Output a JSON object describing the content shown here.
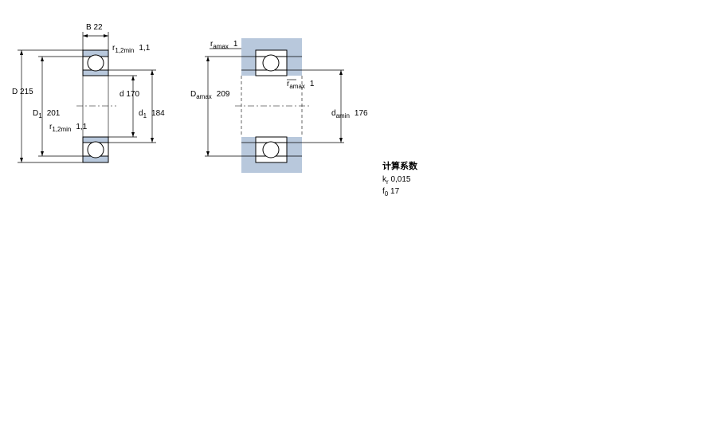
{
  "bearing": {
    "B": {
      "symbol": "B",
      "value": "22"
    },
    "D": {
      "symbol": "D",
      "value": "215"
    },
    "D1": {
      "symbol": "D",
      "sub": "1",
      "value": "201"
    },
    "d": {
      "symbol": "d",
      "value": "170"
    },
    "d1": {
      "symbol": "d",
      "sub": "1",
      "value": "184"
    },
    "r12_top": {
      "symbol": "r",
      "sub": "1,2min",
      "value": "1,1"
    },
    "r12_bottom": {
      "symbol": "r",
      "sub": "1,2min",
      "value": "1,1"
    }
  },
  "mounting": {
    "ra_top": {
      "symbol": "r",
      "sub": "amax",
      "value": "1"
    },
    "ra_inner": {
      "symbol": "r",
      "sub": "amax",
      "value": "1"
    },
    "Da": {
      "symbol": "D",
      "sub": "amax",
      "value": "209"
    },
    "da": {
      "symbol": "d",
      "sub": "amin",
      "value": "176"
    }
  },
  "factors": {
    "title": "计算系数",
    "kr": {
      "symbol": "k",
      "sub": "r",
      "value": "0,015"
    },
    "f0": {
      "symbol": "f",
      "sub": "0",
      "value": "17"
    }
  },
  "colors": {
    "ring_fill": "#b8c8dc",
    "housing_fill": "#b8c8dc",
    "line": "#000000"
  }
}
